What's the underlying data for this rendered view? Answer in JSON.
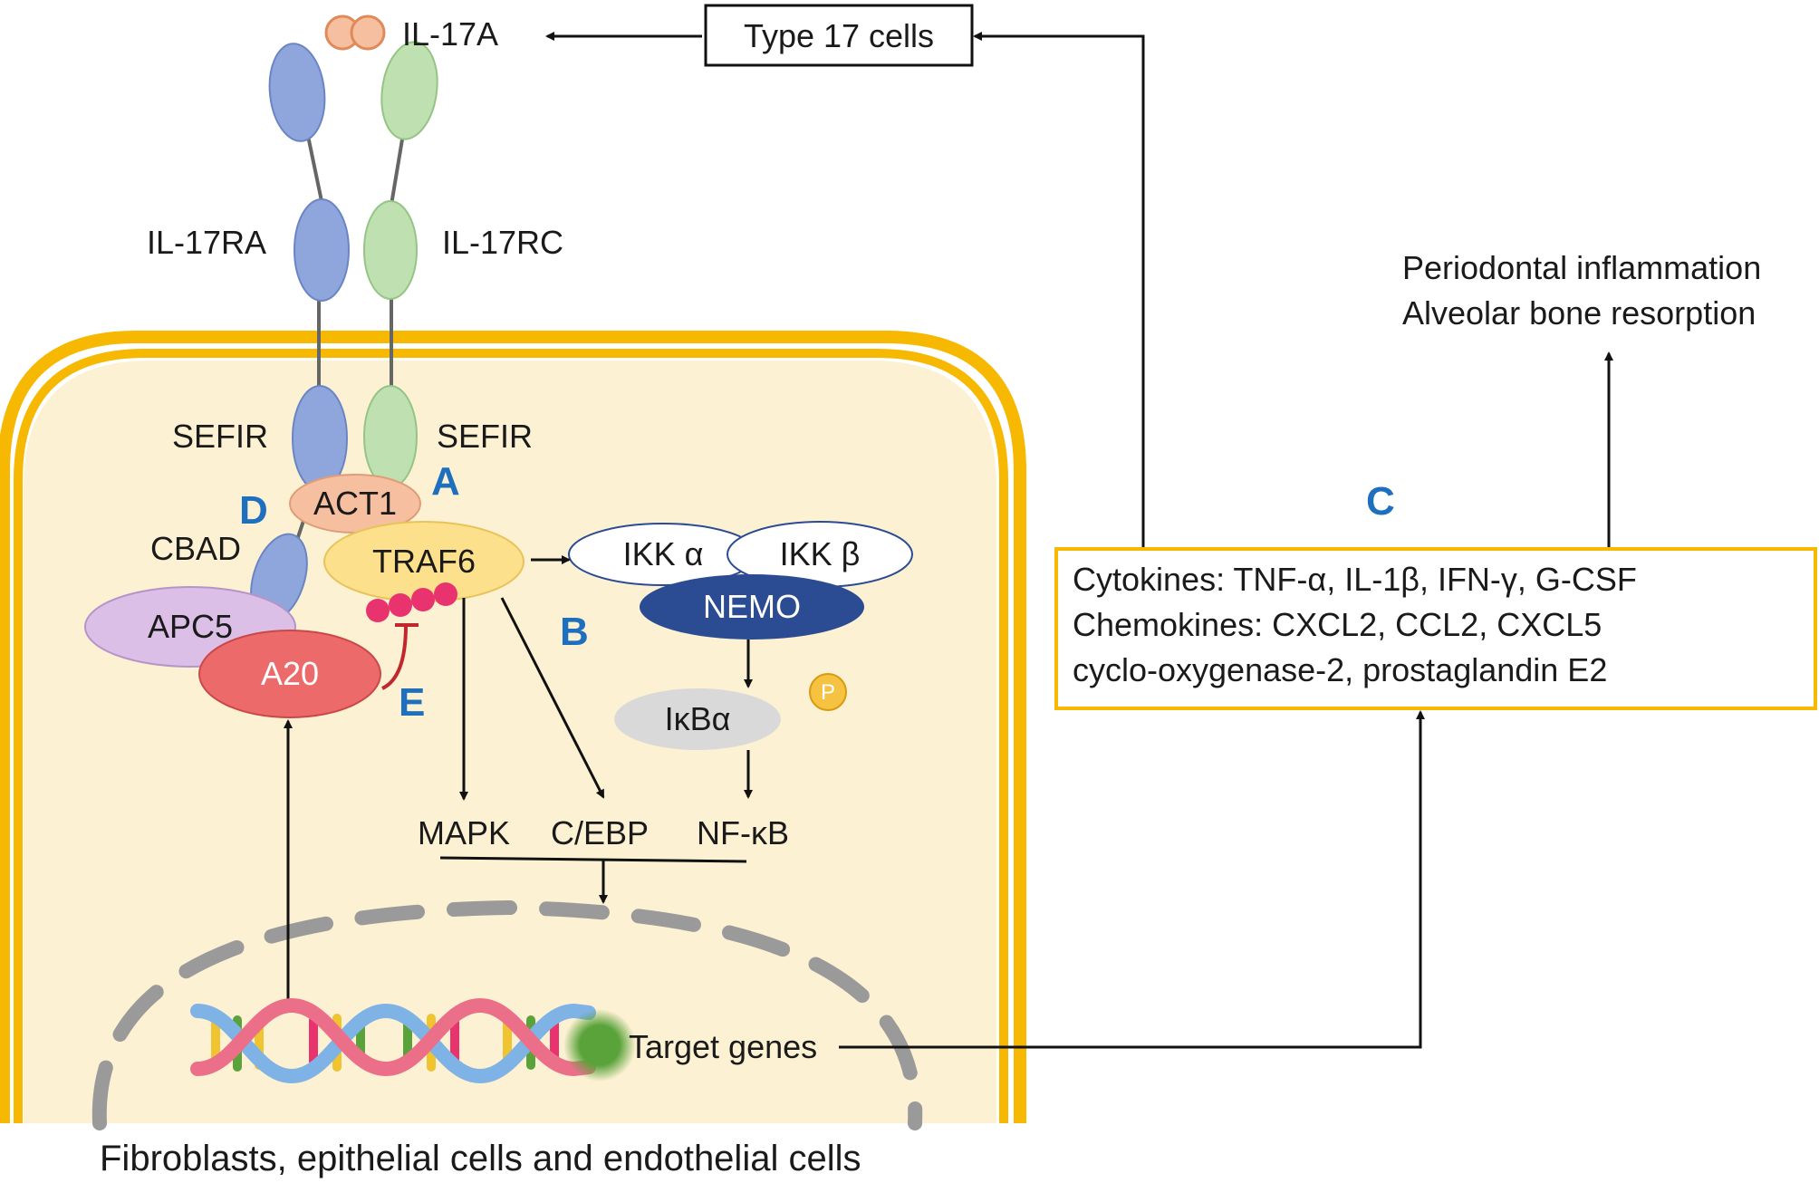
{
  "labels": {
    "il17a": "IL-17A",
    "type17": "Type 17 cells",
    "il17ra": "IL-17RA",
    "il17rc": "IL-17RC",
    "sefir_left": "SEFIR",
    "sefir_right": "SEFIR",
    "cbad": "CBAD",
    "act1": "ACT1",
    "traf6": "TRAF6",
    "apc5": "APC5",
    "a20": "A20",
    "ikk_alpha": "IKK α",
    "ikk_beta": "IKK β",
    "nemo": "NEMO",
    "ikba": "IκBα",
    "phospho": "P",
    "mapk": "MAPK",
    "cebp": "C/EBP",
    "nfkb": "NF-κB",
    "target_genes": "Target genes",
    "outcome_1": "Periodontal inflammation",
    "outcome_2": "Alveolar bone resorption",
    "products": [
      "Cytokines: TNF-α, IL-1β, IFN-γ, G-CSF",
      "Chemokines: CXCL2, CCL2, CXCL5",
      "cyclo-oxygenase-2, prostaglandin E2"
    ],
    "caption": "Fibroblasts, epithelial cells and endothelial cells"
  },
  "markers": {
    "a": "A",
    "b": "B",
    "c": "C",
    "d": "D",
    "e": "E"
  },
  "colors": {
    "membrane": "#f6b800",
    "cytoplasm": "#fdf1d3",
    "receptor_ra": "#8fa6dc",
    "receptor_rc": "#bfe0b0",
    "act1": "#f6bfa0",
    "traf6": "#fde08c",
    "apc5": "#dcbfe6",
    "a20": "#ec6a6a",
    "nemo": "#2b4c93",
    "ikba": "#d9d9d9",
    "phospho": "#f5c242",
    "ubiquitin": "#e8336e",
    "marker": "#1f6fbf",
    "inhibit": "#c0282d"
  }
}
